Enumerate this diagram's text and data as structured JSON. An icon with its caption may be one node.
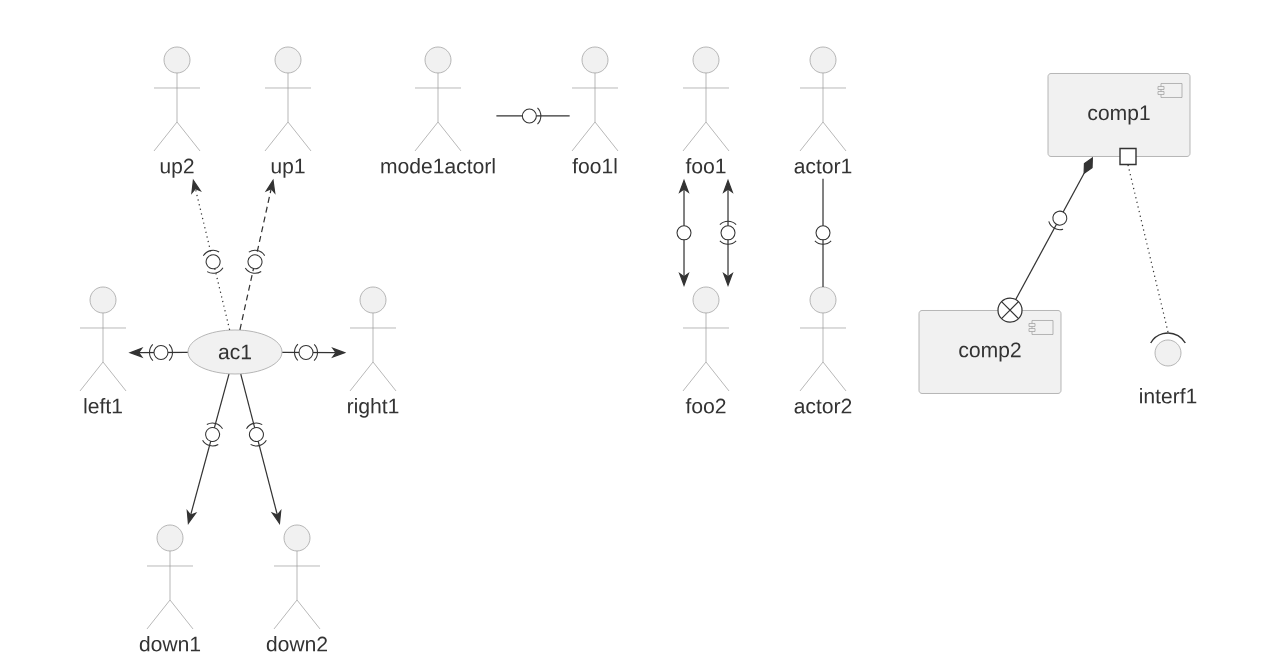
{
  "diagram": {
    "nodes": [
      {
        "text": [
          "up2"
        ]
      },
      {
        "text": [
          "up1"
        ]
      },
      {
        "text": [
          "mode1actorl"
        ]
      },
      {
        "text": [
          "foo1l"
        ]
      },
      {
        "text": [
          "foo1"
        ]
      },
      {
        "text": [
          "actor1"
        ]
      },
      {
        "text": [
          "comp1"
        ]
      },
      {
        "text": [
          "left1"
        ]
      },
      {
        "text": [
          "ac1"
        ]
      },
      {
        "text": [
          "right1"
        ]
      },
      {
        "text": [
          "foo2"
        ]
      },
      {
        "text": [
          "actor2"
        ]
      },
      {
        "text": [
          "comp2"
        ]
      },
      {
        "text": [
          "interf1"
        ]
      },
      {
        "text": [
          "down1"
        ]
      },
      {
        "text": [
          "down2"
        ]
      }
    ],
    "edges": [
      {
        "from": 8,
        "to": 0,
        "arrow": "to",
        "style": "dashed"
      },
      {
        "from": 8,
        "to": 1,
        "arrow": "to",
        "style": "dashed"
      },
      {
        "from": 8,
        "to": 7,
        "arrow": "to"
      },
      {
        "from": 8,
        "to": 9,
        "arrow": "to"
      },
      {
        "from": 8,
        "to": 14,
        "arrow": "to"
      },
      {
        "from": 8,
        "to": 15,
        "arrow": "to"
      },
      {
        "from": 2,
        "to": 3,
        "arrow": "none"
      },
      {
        "from": 4,
        "to": 10,
        "arrow": "both"
      },
      {
        "from": 4,
        "to": 10,
        "arrow": "both"
      },
      {
        "from": 5,
        "to": 11,
        "arrow": "none"
      },
      {
        "from": 12,
        "to": 6,
        "arrow": "other"
      },
      {
        "from": 6,
        "to": 13,
        "arrow": "none",
        "style": "dashed"
      }
    ]
  }
}
